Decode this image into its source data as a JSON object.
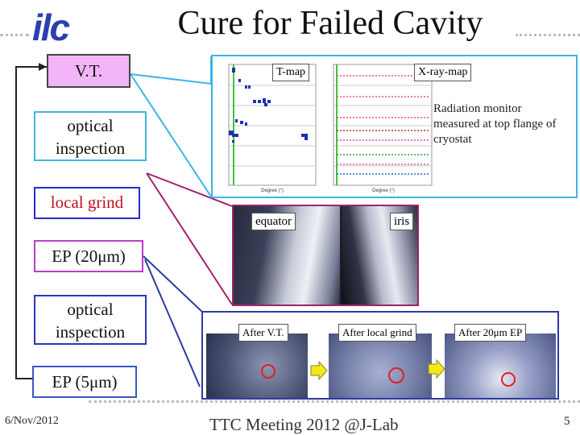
{
  "header": {
    "logo_text": "ilc",
    "title": "Cure for Failed Cavity"
  },
  "flow": {
    "steps": [
      {
        "label": "V.T."
      },
      {
        "label": "optical inspection"
      },
      {
        "label": "local grind"
      },
      {
        "label": "EP (20μm)"
      },
      {
        "label": "optical inspection"
      },
      {
        "label": "EP (5μm)"
      }
    ]
  },
  "vt_panel": {
    "tmap_label": "T-map",
    "xray_label": "X-ray-map",
    "radiation_note": "Radiation monitor measured at top flange of cryostat",
    "tmap_xaxis": "Degree (°)",
    "xray_xaxis": "Degree (°)"
  },
  "inspection_panel": {
    "equator_label": "equator",
    "iris_label": "iris"
  },
  "result_panel": {
    "labels": [
      "After V.T.",
      "After local grind",
      "After 20μm EP"
    ]
  },
  "colors": {
    "vt_panel_border": "#3bb4ea",
    "inspection_border": "#a0226f",
    "result_border": "#2e3aa0",
    "flow_box_1": "#dc78e6",
    "flow_box_2": "#44b4e0",
    "flow_box_3": "#2b2bd0",
    "flow_box_4": "#b93dc8",
    "flow_box_5": "#2b36b8",
    "flow_box_6": "#3a56c6",
    "marker": "#e02020",
    "arrow": "#f4e81a"
  },
  "footer": {
    "date": "6/Nov/2012",
    "meeting": "TTC Meeting 2012 @J-Lab",
    "page_number": "5"
  }
}
